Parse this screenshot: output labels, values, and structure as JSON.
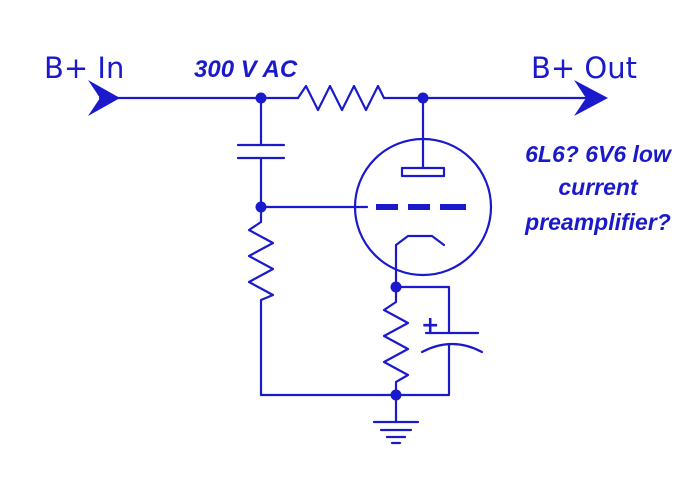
{
  "labels": {
    "b_plus_in": "B+ In",
    "voltage": "300 V AC",
    "b_plus_out": "B+ Out",
    "note_line1": "6L6?  6V6 low",
    "note_line2": "current",
    "note_line3": "preamplifier?",
    "cap_polarity": "+"
  },
  "colors": {
    "ink": "#1a1acc",
    "background": "#ffffff"
  }
}
